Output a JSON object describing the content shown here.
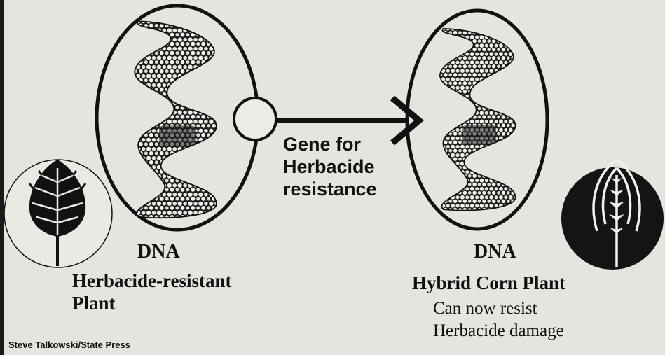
{
  "labels": {
    "gene": [
      "Gene for",
      "Herbacide",
      "resistance"
    ],
    "dna_left": "DNA",
    "plant_left": [
      "Herbacide-resistant",
      "Plant"
    ],
    "dna_right": "DNA",
    "plant_right": "Hybrid Corn Plant",
    "note_right": [
      "Can now resist",
      "Herbacide damage"
    ]
  },
  "credit": "Steve Talkowski/State Press",
  "colors": {
    "ink": "#111111",
    "paper": "#e6e4df"
  },
  "icons": {
    "left_plant": "leaf-in-circle-icon",
    "right_plant": "wheat-in-dark-circle-icon",
    "dna": "dna-double-helix-icon",
    "gene": "gene-circle-icon",
    "arrow": "right-arrow-icon"
  }
}
